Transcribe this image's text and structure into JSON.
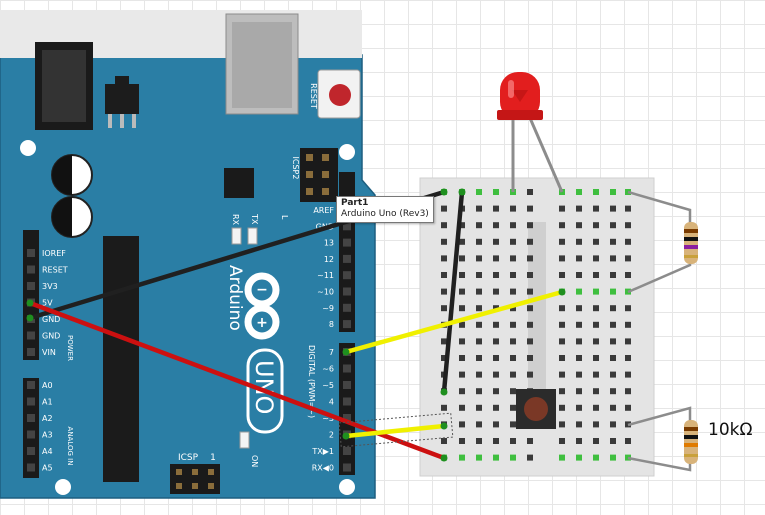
{
  "board": {
    "name": "Arduino",
    "model": "UNO",
    "reset_label": "RESET",
    "icsp2_label": "ICSP2",
    "icsp_label": "ICSP",
    "tx_label": "TX",
    "rx_label": "RX",
    "l_label": "L",
    "on_label": "ON",
    "digital_label": "DIGITAL (PWM=~)",
    "power_label": "POWER",
    "analog_label": "ANALOG IN",
    "power_pins": [
      "IOREF",
      "RESET",
      "3V3",
      "5V",
      "GND",
      "GND",
      "VIN"
    ],
    "analog_pins": [
      "A0",
      "A1",
      "A2",
      "A3",
      "A4",
      "A5"
    ],
    "digital_pins_top": [
      "AREF",
      "GND",
      "13",
      "12",
      "~11",
      "~10",
      "~9",
      "8"
    ],
    "digital_pins_bottom": [
      "7",
      "~6",
      "~5",
      "4",
      "~3",
      "2",
      "TX▶1",
      "RX◀0"
    ],
    "header_numbers": [
      "1"
    ]
  },
  "tooltip": {
    "title": "Part1",
    "subtitle": "Arduino Uno (Rev3)"
  },
  "resistor_label": "10kΩ",
  "colors": {
    "board": "#2a7ea5",
    "wire_black": "#202020",
    "wire_red": "#cc1010",
    "wire_yellow": "#f0f000",
    "led": "#e21e1e",
    "breadboard": "#e4e4e4",
    "hole_green": "#3fbf3f"
  },
  "icons": [
    "usb-port-icon",
    "power-jack-icon",
    "reset-button-icon",
    "chip-icon",
    "capacitor-icon",
    "led-icon",
    "resistor-icon",
    "pushbutton-icon"
  ]
}
